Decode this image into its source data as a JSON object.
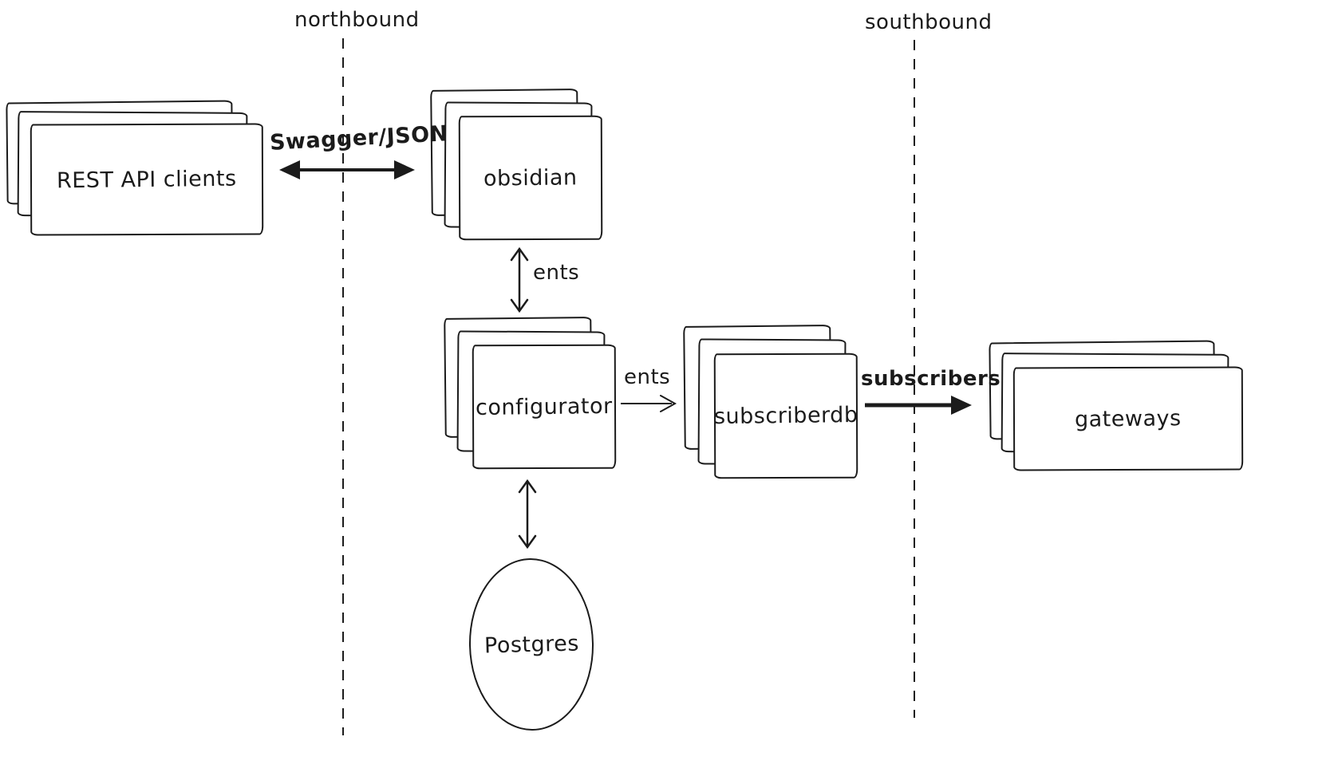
{
  "diagram": {
    "ink_color": "#1b1b1b",
    "background_color": "#ffffff",
    "lanes": {
      "northbound_label": "northbound",
      "southbound_label": "southbound"
    },
    "nodes": {
      "rest_api_clients": "REST API clients",
      "obsidian": "obsidian",
      "configurator": "configurator",
      "subscriberdb": "subscriberdb",
      "gateways": "gateways",
      "postgres": "Postgres"
    },
    "edges": {
      "swagger_json": "Swagger/JSON",
      "obsidian_ents": "ents",
      "configurator_ents": "ents",
      "subscribers": "subscribers"
    }
  }
}
